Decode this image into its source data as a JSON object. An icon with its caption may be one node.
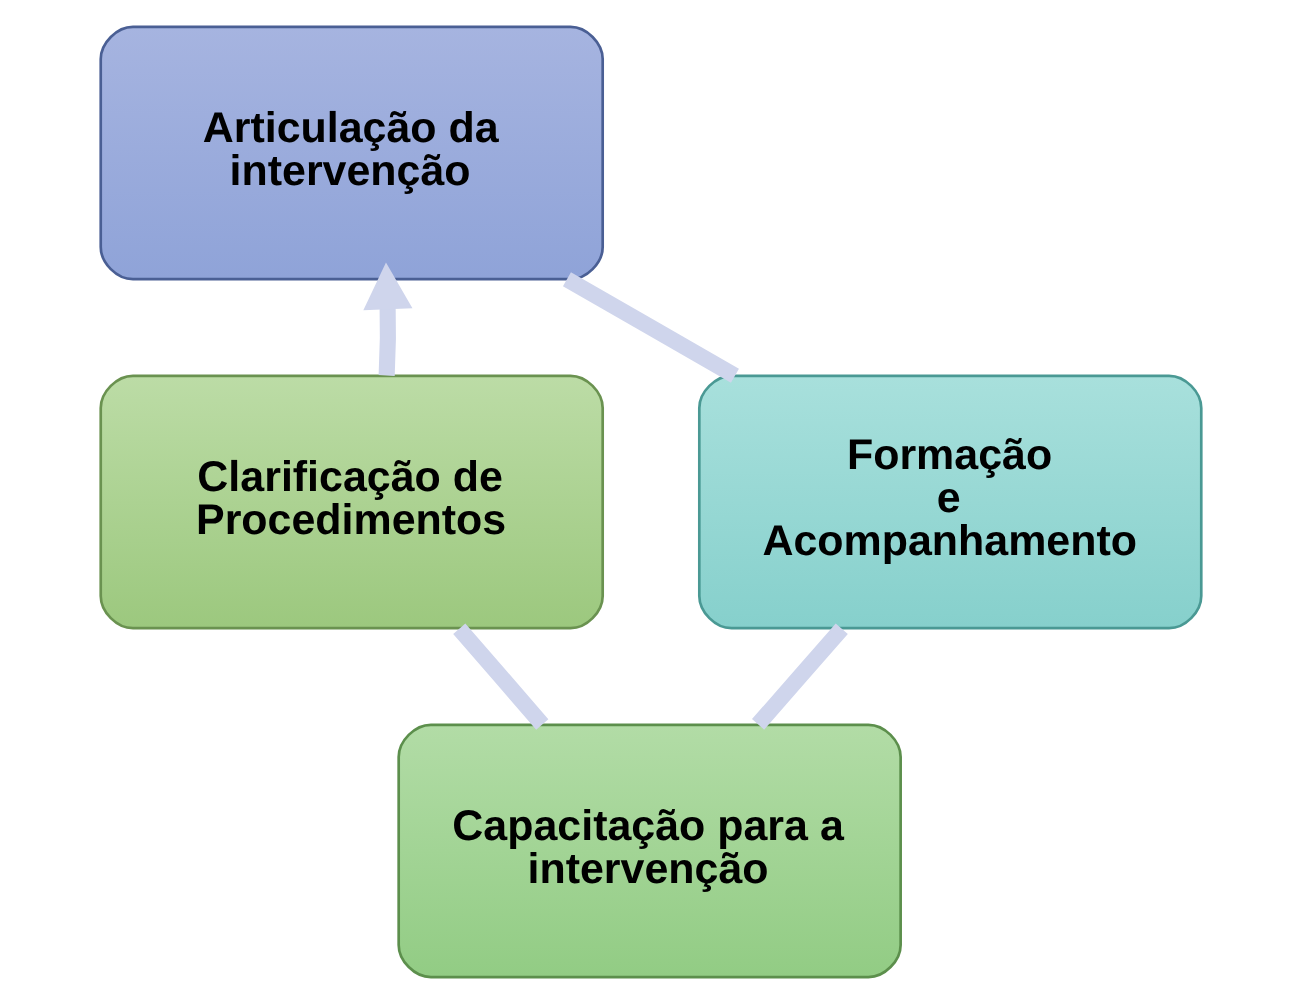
{
  "diagram": {
    "nodes": [
      {
        "text": [
          "Articulação da intervenção"
        ]
      },
      {
        "text": [
          "Formação e Acompanhamento"
        ]
      },
      {
        "text": [
          "Capacitação para a intervenção"
        ]
      },
      {
        "text": [
          "Clarificação de Procedimentos"
        ]
      }
    ],
    "edges": [
      {
        "from": 0,
        "to": 1,
        "arrow": "none"
      },
      {
        "from": 1,
        "to": 2,
        "arrow": "none"
      },
      {
        "from": 2,
        "to": 3,
        "arrow": "none"
      },
      {
        "from": 3,
        "to": 0,
        "arrow": "to"
      }
    ]
  }
}
